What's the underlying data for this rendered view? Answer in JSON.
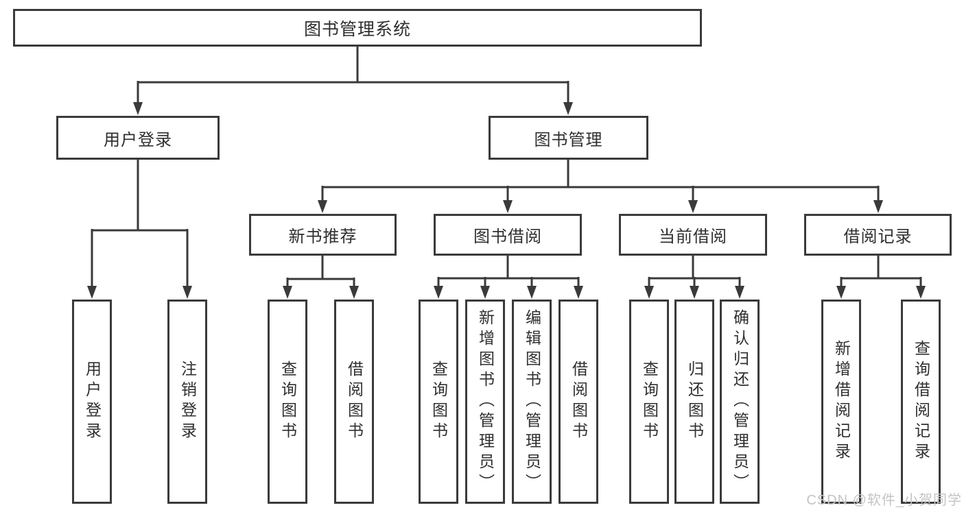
{
  "diagram_title": "图书管理系统",
  "nodes": {
    "root": {
      "label": "图书管理系统"
    },
    "user_login": {
      "label": "用户登录"
    },
    "book_mgmt": {
      "label": "图书管理"
    },
    "new_book_rec": {
      "label": "新书推荐"
    },
    "book_borrow": {
      "label": "图书借阅"
    },
    "current_borrow": {
      "label": "当前借阅"
    },
    "borrow_record": {
      "label": "借阅记录"
    },
    "leaf_user_login": {
      "label": "用户登录"
    },
    "leaf_logout": {
      "label": "注销登录"
    },
    "rec_query_book": {
      "label": "查询图书"
    },
    "rec_borrow_book": {
      "label": "借阅图书"
    },
    "bb_query_book": {
      "label": "查询图书"
    },
    "bb_add_book": {
      "label": "新增图书（管理员）"
    },
    "bb_edit_book": {
      "label": "编辑图书（管理员）"
    },
    "bb_borrow_book": {
      "label": "借阅图书"
    },
    "cb_query_book": {
      "label": "查询图书"
    },
    "cb_return_book": {
      "label": "归还图书"
    },
    "cb_confirm_return": {
      "label": "确认归还（管理员）"
    },
    "br_add_record": {
      "label": "新增借阅记录"
    },
    "br_query_record": {
      "label": "查询借阅记录"
    }
  },
  "edges": [
    [
      "root",
      "user_login"
    ],
    [
      "root",
      "book_mgmt"
    ],
    [
      "user_login",
      "leaf_user_login"
    ],
    [
      "user_login",
      "leaf_logout"
    ],
    [
      "book_mgmt",
      "new_book_rec"
    ],
    [
      "book_mgmt",
      "book_borrow"
    ],
    [
      "book_mgmt",
      "current_borrow"
    ],
    [
      "book_mgmt",
      "borrow_record"
    ],
    [
      "new_book_rec",
      "rec_query_book"
    ],
    [
      "new_book_rec",
      "rec_borrow_book"
    ],
    [
      "book_borrow",
      "bb_query_book"
    ],
    [
      "book_borrow",
      "bb_add_book"
    ],
    [
      "book_borrow",
      "bb_edit_book"
    ],
    [
      "book_borrow",
      "bb_borrow_book"
    ],
    [
      "current_borrow",
      "cb_query_book"
    ],
    [
      "current_borrow",
      "cb_return_book"
    ],
    [
      "current_borrow",
      "cb_confirm_return"
    ],
    [
      "borrow_record",
      "br_add_record"
    ],
    [
      "borrow_record",
      "br_query_record"
    ]
  ],
  "watermark": "CSDN @软件_小贺同学",
  "colors": {
    "line": "#3a3a3a",
    "box_border": "#3a3a3a",
    "box_fill": "#ffffff",
    "text": "#2f2f2f",
    "background": "#ffffff",
    "watermark": "#c4c4c4"
  }
}
